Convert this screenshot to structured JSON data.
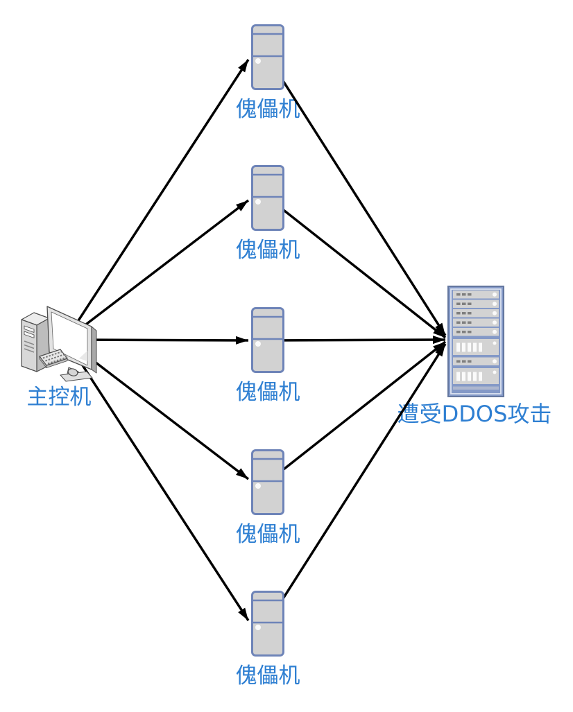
{
  "diagram": {
    "type": "network-attack-diagram",
    "description": "DDOS attack topology: master controller commands five puppet machines which flood one target server rack",
    "nodes": {
      "master": {
        "id": "master",
        "label": "主控机",
        "icon": "desktop-computer-icon"
      },
      "puppets": [
        {
          "id": "puppet-1",
          "label": "傀儡机",
          "icon": "server-tower-icon"
        },
        {
          "id": "puppet-2",
          "label": "傀儡机",
          "icon": "server-tower-icon"
        },
        {
          "id": "puppet-3",
          "label": "傀儡机",
          "icon": "server-tower-icon"
        },
        {
          "id": "puppet-4",
          "label": "傀儡机",
          "icon": "server-tower-icon"
        },
        {
          "id": "puppet-5",
          "label": "傀儡机",
          "icon": "server-rack-icon"
        }
      ],
      "target": {
        "id": "target",
        "label": "遭受DDOS攻击",
        "icon": "server-rack-icon"
      }
    },
    "edges": [
      {
        "from": "master",
        "to": "puppet-1",
        "arrow": "end"
      },
      {
        "from": "master",
        "to": "puppet-2",
        "arrow": "end"
      },
      {
        "from": "master",
        "to": "puppet-3",
        "arrow": "end"
      },
      {
        "from": "master",
        "to": "puppet-4",
        "arrow": "end"
      },
      {
        "from": "master",
        "to": "puppet-5",
        "arrow": "end"
      },
      {
        "from": "puppet-1",
        "to": "target",
        "arrow": "end"
      },
      {
        "from": "puppet-2",
        "to": "target",
        "arrow": "end"
      },
      {
        "from": "puppet-3",
        "to": "target",
        "arrow": "end"
      },
      {
        "from": "puppet-4",
        "to": "target",
        "arrow": "end"
      },
      {
        "from": "puppet-5",
        "to": "target",
        "arrow": "end"
      }
    ],
    "colors": {
      "background": "#FFFFFF",
      "label_blue": "#2E7FD2",
      "arrow_black": "#000000",
      "server_border_blue": "#6E84B8",
      "server_fill_gray": "#D2D2D2",
      "rack_frame_blue": "#8499C7",
      "rack_inner_line": "#DEE4F1",
      "unit_dash_gray": "#7F7F7F",
      "led_white": "#FAFAFA",
      "pc_outline_gray": "#4D4D4D"
    }
  }
}
